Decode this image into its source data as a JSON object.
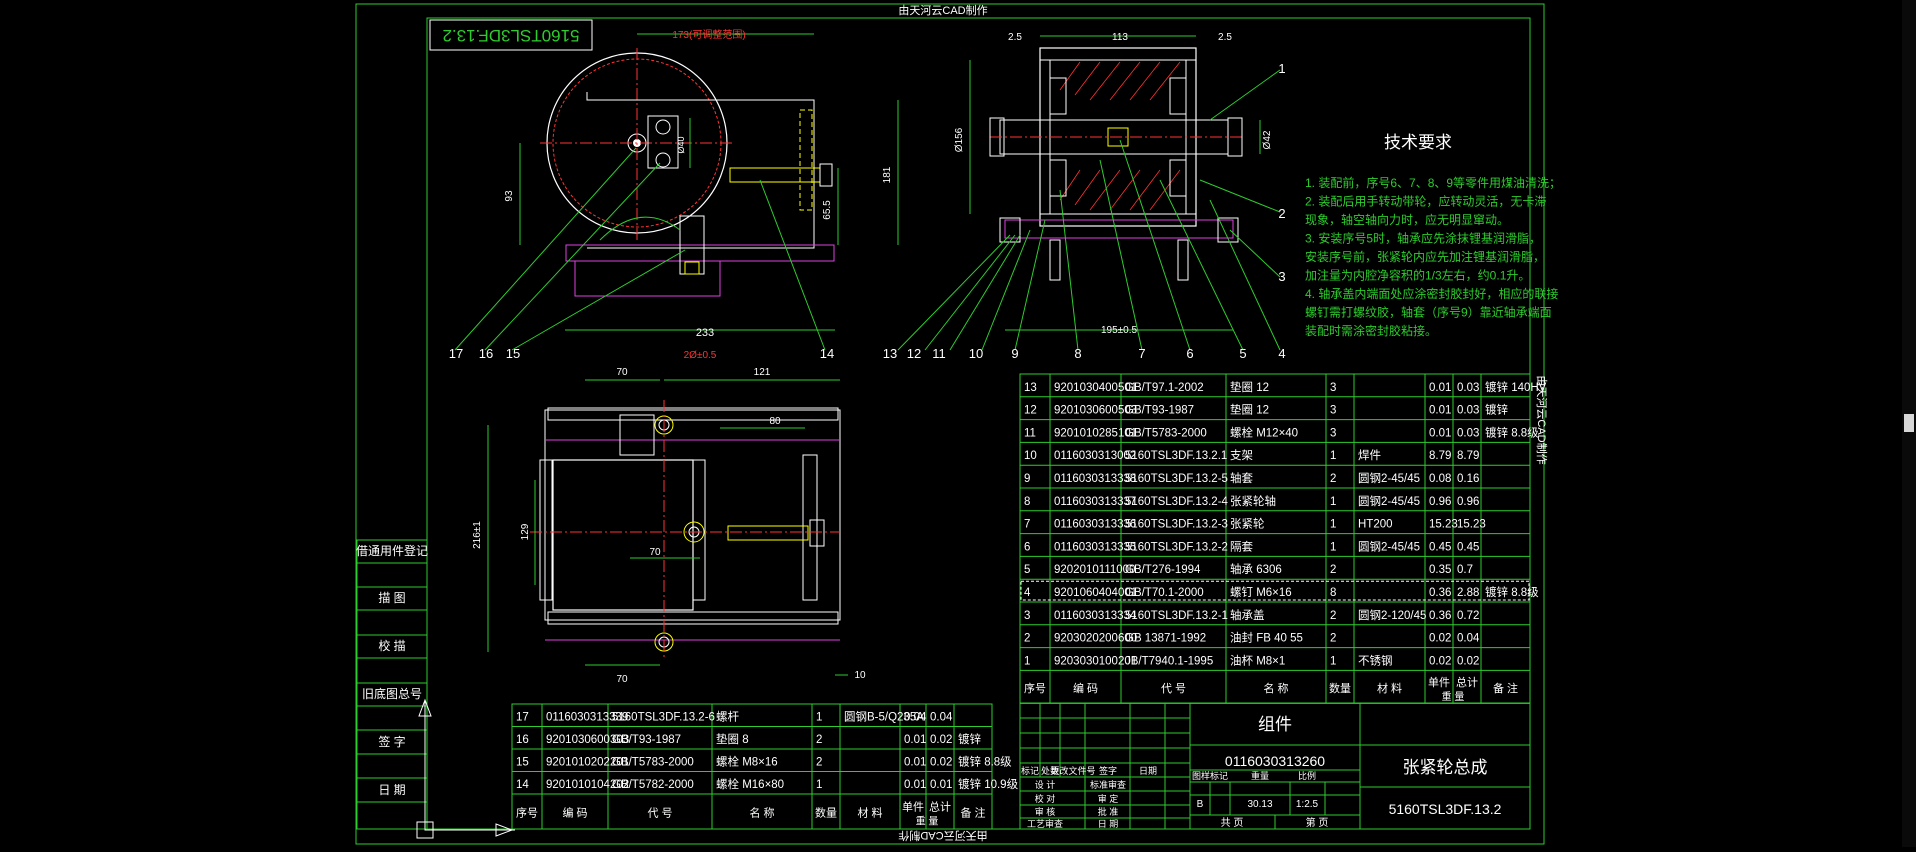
{
  "watermark": {
    "top": "由天河云CAD制作",
    "bottom": "由天河云CAD制作",
    "side": "由天河云CAD制作"
  },
  "drawing_code_box": "5160TSL3DF.13.2",
  "front_view": {
    "dims": {
      "top": "173(可调整范围)",
      "left_height": "93",
      "right_height": "181",
      "mid_height": "65.5",
      "bottom_width": "233",
      "small": "Ø40"
    },
    "balloons": [
      "17",
      "16",
      "15",
      "14"
    ]
  },
  "side_view": {
    "dims": {
      "left": "2.5",
      "center": "113",
      "right": "2.5",
      "diam_left": "Ø156",
      "diam_right": "Ø42",
      "bottom": "195±0.5"
    },
    "balloons": [
      "13",
      "12",
      "11",
      "10",
      "9",
      "8",
      "7",
      "6",
      "5",
      "4",
      "1",
      "2",
      "3"
    ]
  },
  "top_view": {
    "dims": {
      "a": "70",
      "b": "2Ø±0.5",
      "c": "121",
      "d": "80",
      "e": "70",
      "f": "70",
      "g": "10",
      "height": "216±1",
      "inner": "129"
    }
  },
  "tech": {
    "title": "技术要求",
    "lines": [
      "1. 装配前，序号6、7、8、9等零件用煤油清洗；",
      "2. 装配后用手转动带轮，应转动灵活，无卡滞",
      "    现象，轴空轴向力时，应无明显窜动。",
      "3. 安装序号5时，轴承应先涂抹锂基润滑脂，",
      "    安装序号前，张紧轮内应先加注锂基润滑脂，",
      "    加注量为内腔净容积的1/3左右，约0.1升。",
      "4. 轴承盖内端面处应涂密封胶封好，相应的联接",
      "    螺钉需打螺纹胶，轴套（序号9）靠近轴承端面",
      "    装配时需涂密封胶粘接。"
    ]
  },
  "bom_upper": {
    "rows": [
      [
        "13",
        "9201030400501",
        "GB/T97.1-2002",
        "垫圈 12",
        "3",
        "",
        "0.01",
        "0.03",
        "镀锌 140HV"
      ],
      [
        "12",
        "9201030600503",
        "GB/T93-1987",
        "垫圈 12",
        "3",
        "",
        "0.01",
        "0.03",
        "镀锌"
      ],
      [
        "11",
        "9201010285101",
        "GB/T5783-2000",
        "螺栓 M12×40",
        "3",
        "",
        "0.01",
        "0.03",
        "镀锌 8.8级"
      ],
      [
        "10",
        "0116030313002",
        "5160TSL3DF.13.2.1",
        "支架",
        "1",
        "焊件",
        "8.79",
        "8.79",
        ""
      ],
      [
        "9",
        "0116030313338",
        "5160TSL3DF.13.2-5",
        "轴套",
        "2",
        "圆钢2-45/45",
        "0.08",
        "0.16",
        ""
      ],
      [
        "8",
        "0116030313337",
        "5160TSL3DF.13.2-4",
        "张紧轮轴",
        "1",
        "圆钢2-45/45",
        "0.96",
        "0.96",
        ""
      ],
      [
        "7",
        "0116030313336",
        "5160TSL3DF.13.2-3",
        "张紧轮",
        "1",
        "HT200",
        "15.23",
        "15.23",
        ""
      ],
      [
        "6",
        "0116030313335",
        "5160TSL3DF.13.2-2",
        "隔套",
        "1",
        "圆钢2-45/45",
        "0.45",
        "0.45",
        ""
      ],
      [
        "5",
        "9202010111000",
        "GB/T276-1994",
        "轴承 6306",
        "2",
        "",
        "0.35",
        "0.7",
        ""
      ],
      [
        "4",
        "9201060404001",
        "GB/T70.1-2000",
        "螺钉 M6×16",
        "8",
        "",
        "0.36",
        "2.88",
        "镀锌 8.8级"
      ],
      [
        "3",
        "0116030313334",
        "5160TSL3DF.13.2-1",
        "轴承盖",
        "2",
        "圆钢2-120/45",
        "0.36",
        "0.72",
        ""
      ],
      [
        "2",
        "9203020200600",
        "GB 13871-1992",
        "油封 FB 40 55",
        "2",
        "",
        "0.02",
        "0.04",
        ""
      ],
      [
        "1",
        "9203030100201",
        "JB/T7940.1-1995",
        "油杯 M8×1",
        "1",
        "不锈钢",
        "0.02",
        "0.02",
        ""
      ]
    ],
    "header": [
      "序号",
      "编 码",
      "代 号",
      "名 称",
      "数量",
      "材 料",
      "单件",
      "总计",
      "备 注"
    ],
    "weight": "重 量"
  },
  "bom_lower": {
    "rows": [
      [
        "17",
        "0116030313339",
        "5160TSL3DF.13.2-6",
        "螺杆",
        "1",
        "圆钢B-5/Q235A",
        "0.04",
        "0.04",
        ""
      ],
      [
        "16",
        "9201030600303",
        "GB/T93-1987",
        "垫圈 8",
        "2",
        "",
        "0.01",
        "0.02",
        "镀锌"
      ],
      [
        "15",
        "9201010202201",
        "GB/T5783-2000",
        "螺栓 M8×16",
        "2",
        "",
        "0.01",
        "0.02",
        "镀锌 8.8级"
      ],
      [
        "14",
        "9201010104202",
        "GB/T5782-2000",
        "螺栓 M16×80",
        "1",
        "",
        "0.01",
        "0.01",
        "镀锌 10.9级"
      ]
    ],
    "header": [
      "序号",
      "编 码",
      "代 号",
      "名 称",
      "数量",
      "材 料",
      "单件",
      "总计",
      "备 注"
    ],
    "weight": "重 量"
  },
  "left_column": [
    "借通用件登记",
    "描 图",
    "校 描",
    "旧底图总号",
    "签 字",
    "日 期"
  ],
  "title_block": {
    "kind": "组件",
    "code": "0116030313260",
    "name": "张紧轮总成",
    "drawing_no": "5160TSL3DF.13.2",
    "stage_mark": "B",
    "weight": "30.13",
    "scale": "1:2.5",
    "sheet_left": "共 页",
    "sheet_right": "第 页",
    "col_labels": [
      "图样标记",
      "重量",
      "比例"
    ],
    "sign_rows": [
      "设 计",
      "校 对",
      "审 核",
      "工艺审查"
    ],
    "sign_mid": [
      "标准审查",
      "审 定",
      "批 准",
      "日 期"
    ],
    "rev_cols": [
      "标记",
      "处数",
      "更改文件号",
      "签字",
      "日期"
    ]
  }
}
